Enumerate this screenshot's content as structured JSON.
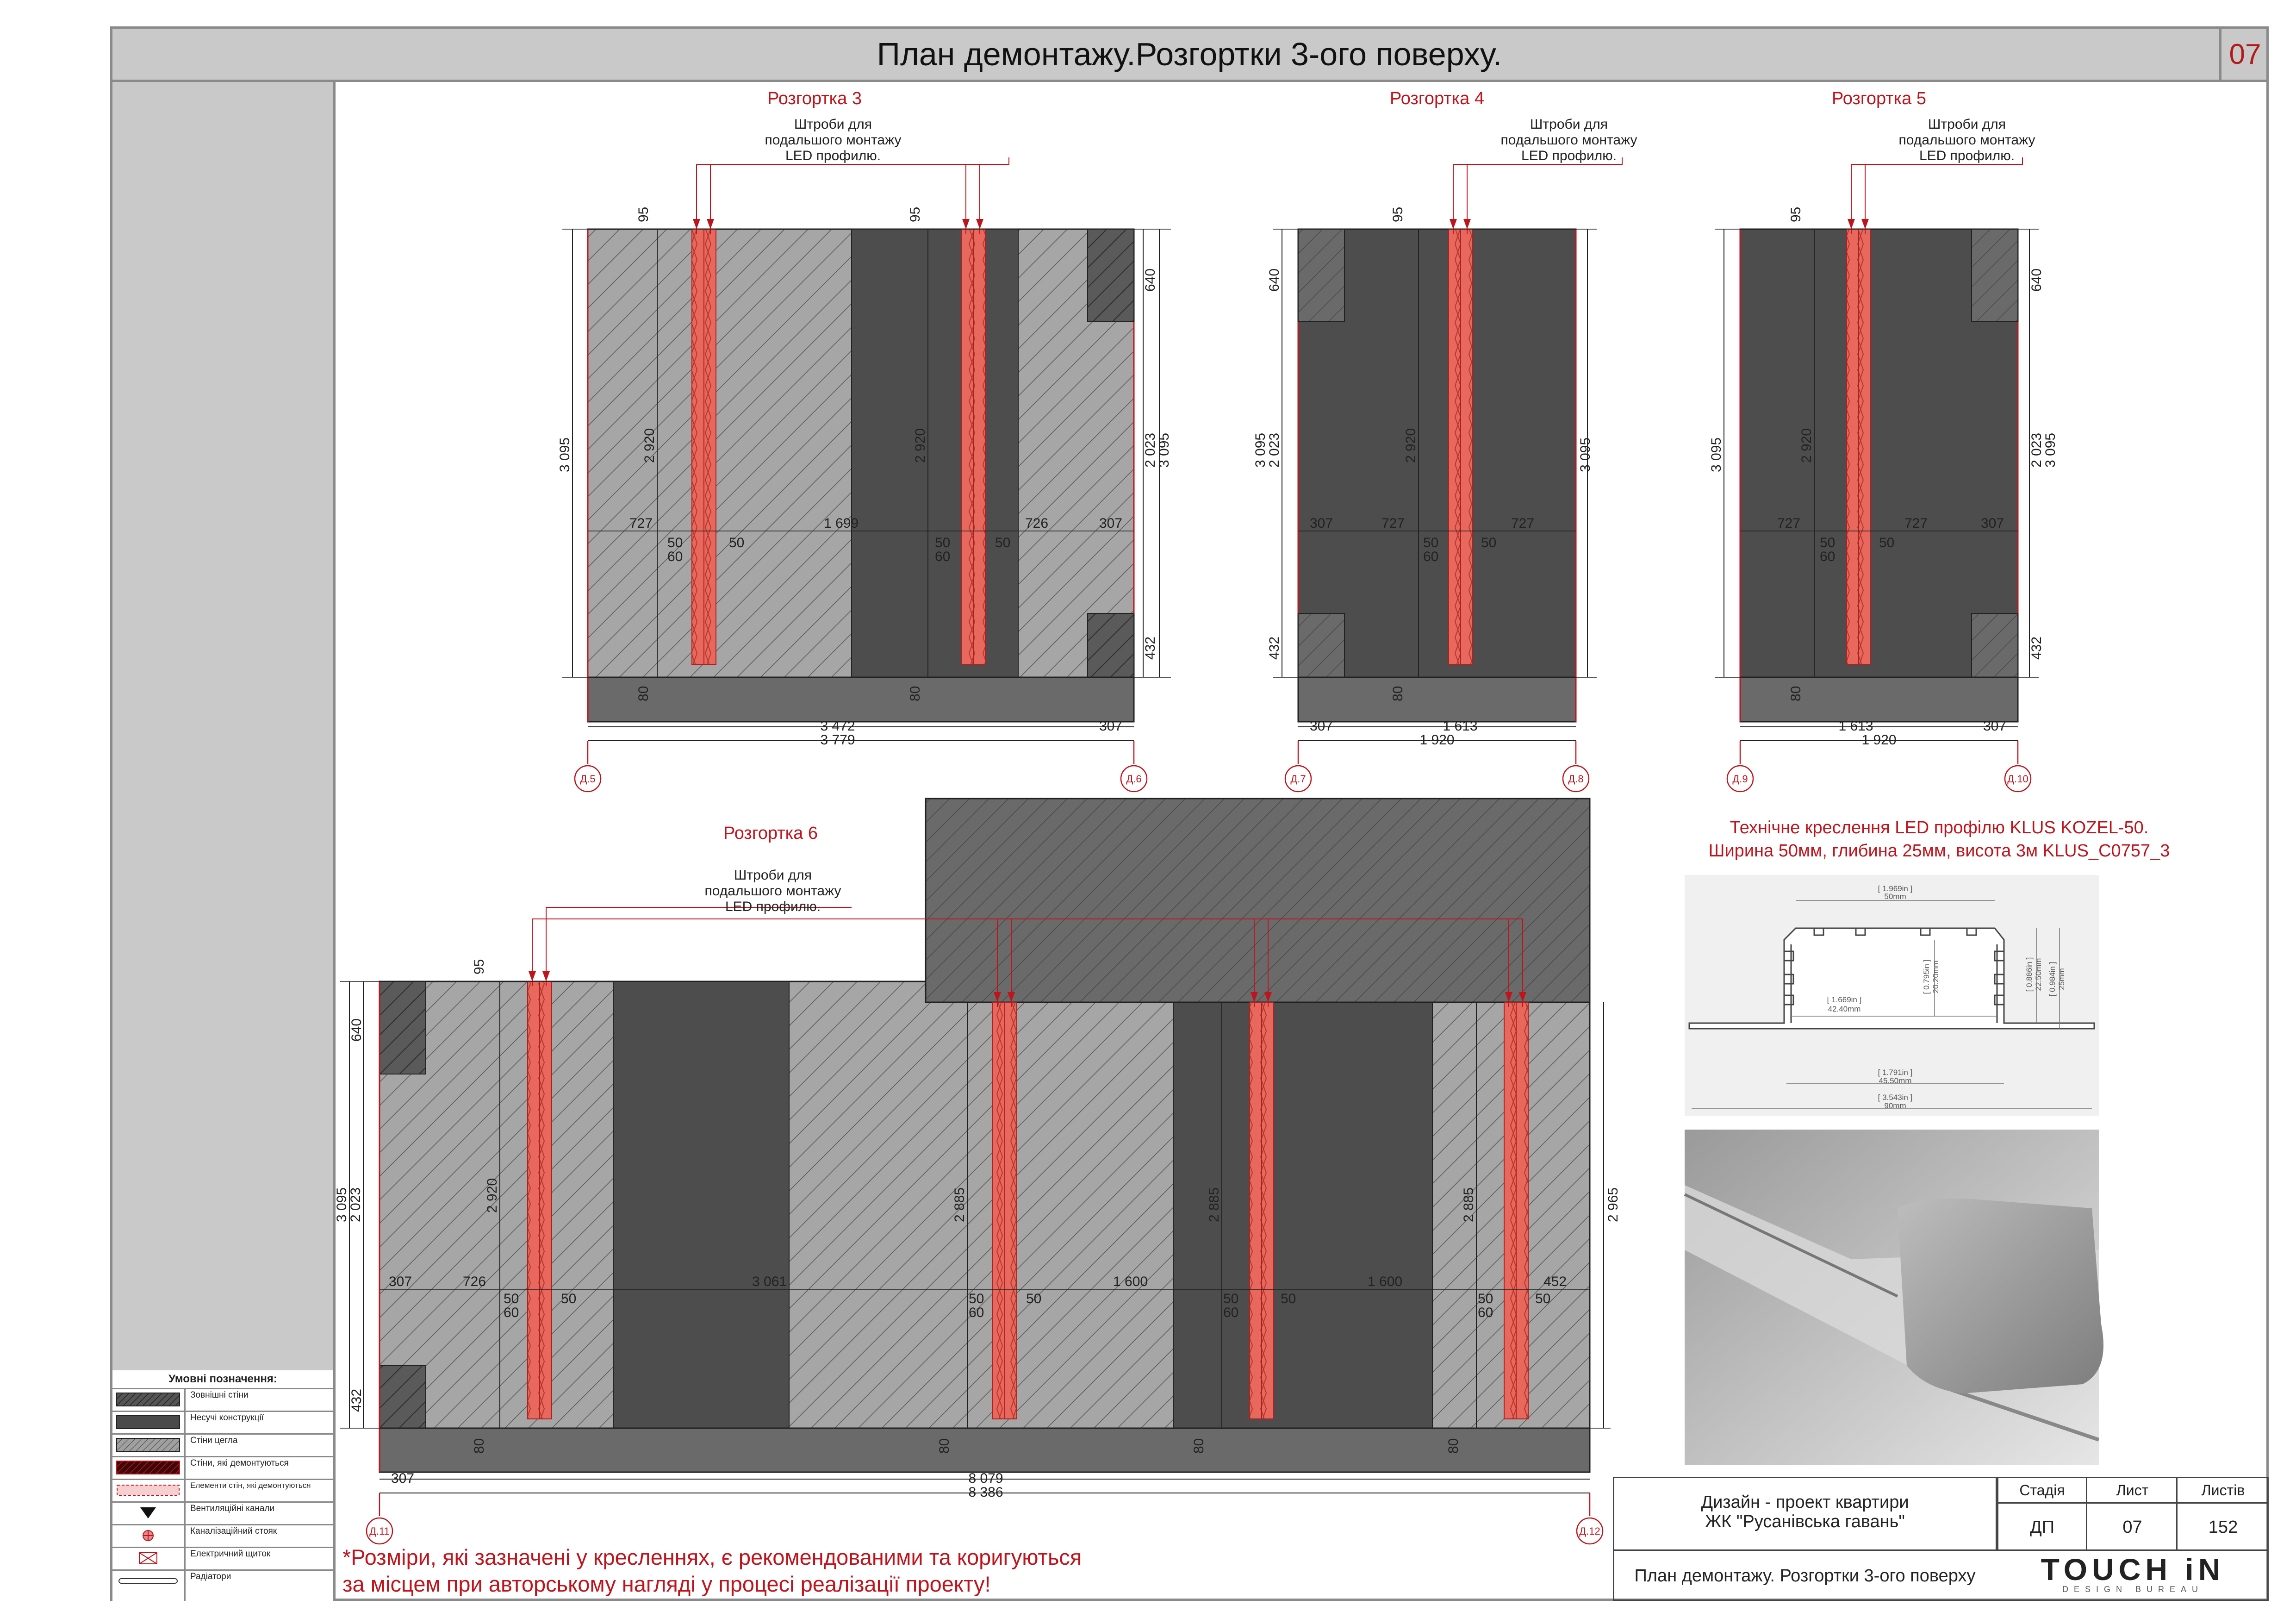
{
  "header": {
    "title": "План демонтажу.Розгортки 3-ого поверху.",
    "page_number": "07"
  },
  "legend": {
    "title": "Умовні позначення:",
    "items": [
      {
        "label": "Зовнішні стіни",
        "icon": "hatch-dark-swatch"
      },
      {
        "label": "Несучі конструкції",
        "icon": "solid-dark-swatch"
      },
      {
        "label": "Стіни цегла",
        "icon": "hatch-light-swatch"
      },
      {
        "label": "Стіни, які демонтуються",
        "icon": "hatch-red-swatch"
      },
      {
        "label": "Елементи стін, які демонтуються",
        "icon": "dashed-red-swatch"
      },
      {
        "label": "Вентиляційні канали",
        "icon": "triangle-icon"
      },
      {
        "label": "Каналізаційний стояк",
        "icon": "circle-cross-icon"
      },
      {
        "label": "Електричний щиток",
        "icon": "box-cross-icon"
      },
      {
        "label": "Радіатори",
        "icon": "rounded-bar-icon"
      }
    ]
  },
  "elevations": {
    "r3": {
      "title": "Розгортка 3",
      "callout": [
        "Штроби для",
        "подальшого монтажу",
        "LED профилю."
      ],
      "dims": {
        "top": "95",
        "top2": "95",
        "h_left": "3 095",
        "h_mid": "2 920",
        "h_mid2": "2 920",
        "h_right1": "2 023",
        "h_right2": "3 095",
        "r_top": "640",
        "r_bot": "432",
        "bottom": "80",
        "bottom2": "80",
        "row": [
          "727",
          "1 699",
          "726",
          "307"
        ],
        "s50": "50",
        "s60": "60",
        "total1": "3 472",
        "total1b": "307",
        "total2": "3 779"
      },
      "axes": [
        "Д.5",
        "Д.6"
      ]
    },
    "r4": {
      "title": "Розгортка 4",
      "callout": [
        "Штроби для",
        "подальшого монтажу",
        "LED профилю."
      ],
      "dims": {
        "top": "95",
        "h_left1": "3 095",
        "h_left2": "2 023",
        "l_top": "640",
        "l_bot": "432",
        "h_mid": "2 920",
        "h_right": "3 095",
        "bottom": "80",
        "row": [
          "307",
          "727",
          "727"
        ],
        "s50": "50",
        "s60": "60",
        "total1a": "307",
        "total1b": "1 613",
        "total2": "1 920"
      },
      "axes": [
        "Д.7",
        "Д.8"
      ]
    },
    "r5": {
      "title": "Розгортка 5",
      "callout": [
        "Штроби для",
        "подальшого монтажу",
        "LED профилю."
      ],
      "dims": {
        "top": "95",
        "h_left": "3 095",
        "h_mid": "2 920",
        "h_right1": "2 023",
        "h_right2": "3 095",
        "r_top": "640",
        "r_bot": "432",
        "bottom": "80",
        "row": [
          "727",
          "727",
          "307"
        ],
        "s50": "50",
        "s60": "60",
        "total1a": "1 613",
        "total1b": "307",
        "total2": "1 920"
      },
      "axes": [
        "Д.9",
        "Д.10"
      ]
    },
    "r6": {
      "title": "Розгортка 6",
      "callout": [
        "Штроби для",
        "подальшого монтажу",
        "LED профилю."
      ],
      "dims": {
        "top": "95",
        "l_top": "640",
        "l_bot": "432",
        "h_left1": "3 095",
        "h_left2": "2 023",
        "h1": "2 920",
        "h2": "2 885",
        "h3": "2 885",
        "h4": "2 885",
        "h_right": "2 965",
        "bottom": "80",
        "row": [
          "307",
          "726",
          "3 061",
          "1 600",
          "1 600",
          "452"
        ],
        "s50": "50",
        "s60": "60",
        "total1a": "307",
        "total1b": "8 079",
        "total2": "8 386"
      },
      "axes": [
        "Д.11",
        "Д.12"
      ]
    }
  },
  "led_profile": {
    "title_line1": "Технічне креслення LED профілю KLUS KOZEL-50.",
    "title_line2": "Ширина 50мм, глибина 25мм, висота 3м KLUS_C0757_3",
    "dims": {
      "top_in": "[ 1.969in ]",
      "top_mm": "50mm",
      "inner_in": "[ 1.669in ]",
      "inner_mm": "42.40mm",
      "depth_in": "[ 0.795in ]",
      "depth_mm": "20.20mm",
      "h_in": "[ 0.886in ]",
      "h_mm": "22.50mm",
      "h2_in": "[ 0.984in ]",
      "h2_mm": "25mm",
      "base_in": "[ 1.791in ]",
      "base_mm": "45.50mm",
      "flange_in": "[ 3.543in ]",
      "flange_mm": "90mm"
    }
  },
  "note": {
    "line1": "*Розміри, які зазначені у кресленнях, є рекомендованими та коригуються",
    "line2": "за місцем при авторському нагляді у процесі реалізації проекту!"
  },
  "title_block": {
    "project_line1": "Дизайн - проект квартири",
    "project_line2": "ЖК \"Русанівська гавань\"",
    "sheet_title": "План демонтажу. Розгортки 3-ого поверху",
    "col_stage": "Стадія",
    "col_sheet": "Лист",
    "col_sheets": "Листів",
    "stage": "ДП",
    "sheet": "07",
    "sheets": "152",
    "brand": "TOUCH iN",
    "brand_sub": "DESIGN BUREAU"
  },
  "colors": {
    "accent_red": "#c0141c",
    "wall_dark": "#4a4a4a",
    "hatch_grey": "#9a9a9a",
    "led_strip": "#e8685e",
    "panel_grey": "#c9c9c9"
  }
}
